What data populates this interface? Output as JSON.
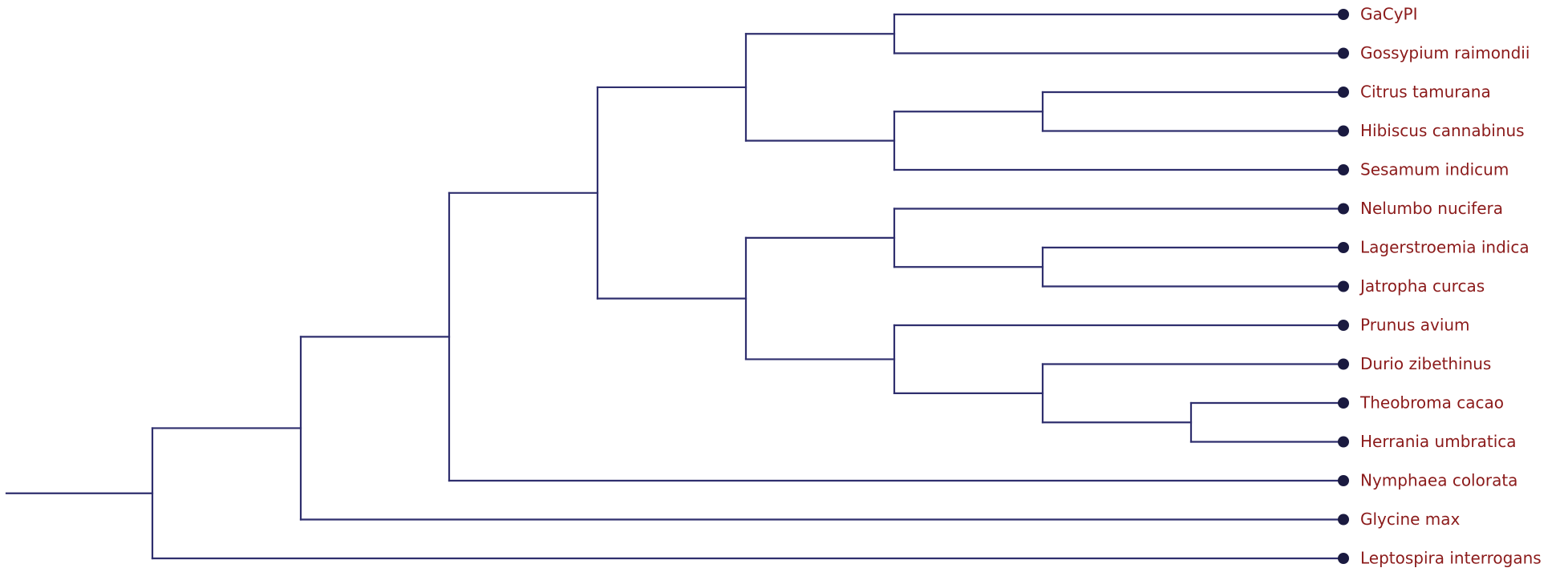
{
  "tree": {
    "label_color": "#8b1a1a",
    "line_color": "#2f2f6e",
    "dot_color": "#1a1a40",
    "leaves": [
      "GaCyPI",
      "Gossypium raimondii",
      "Citrus tamurana",
      "Hibiscus cannabinus",
      "Sesamum indicum",
      "Nelumbo nucifera",
      "Lagerstroemia indica",
      "Jatropha curcas",
      "Prunus avium",
      "Durio zibethinus",
      "Theobroma cacao",
      "Herrania umbratica",
      "Nymphaea colorata",
      "Glycine max",
      "Leptospira interrogans"
    ],
    "topology": [
      [
        [
          [
            [
              [
                0,
                1
              ],
              [
                [
                  2,
                  3
                ],
                4
              ]
            ],
            [
              [
                5,
                [
                  6,
                  7
                ]
              ],
              [
                8,
                [
                  9,
                  [
                    10,
                    11
                  ]
                ]
              ]
            ]
          ],
          12
        ],
        13
      ],
      14
    ]
  }
}
